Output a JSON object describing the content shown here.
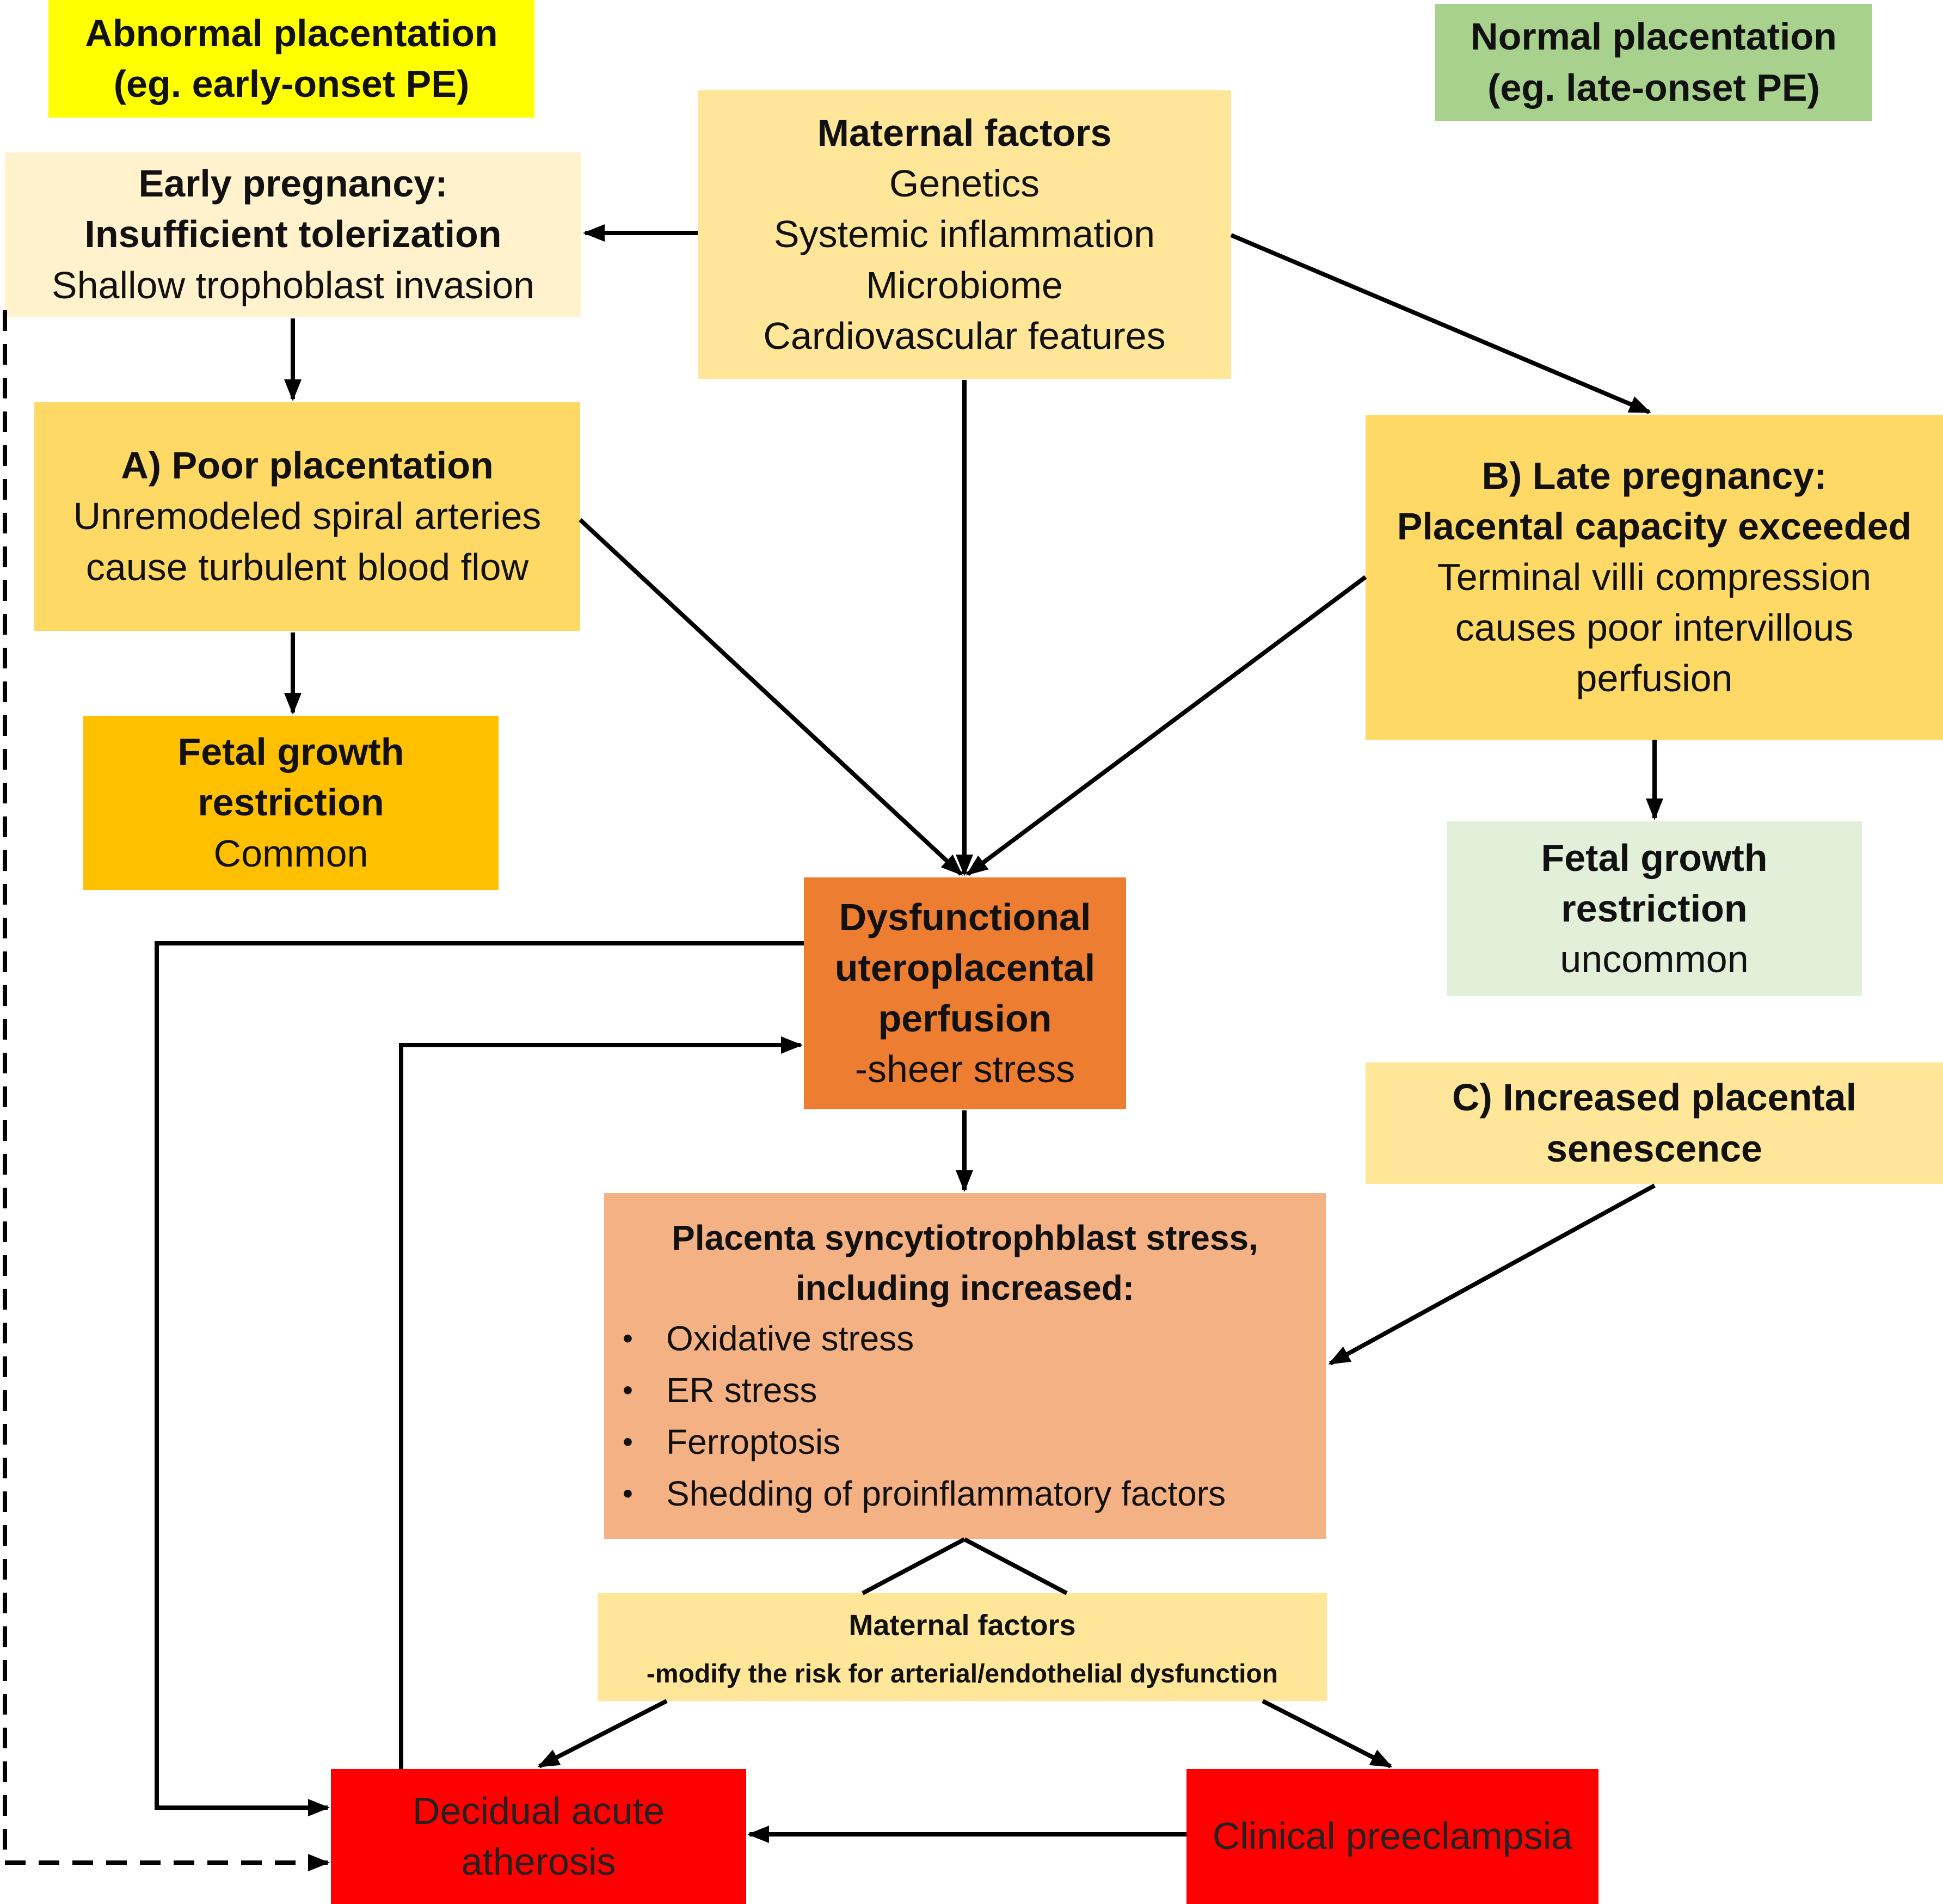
{
  "colors": {
    "yellow": "#ffff00",
    "green": "#a9d18e",
    "pale_yellow": "#fff2cc",
    "light_gold": "#ffe699",
    "gold": "#ffd966",
    "amber": "#ffc000",
    "orange": "#ed7d31",
    "salmon": "#f4b183",
    "pale_green": "#e2f0d9",
    "red": "#ff0000"
  },
  "abnormal_label": {
    "line1": "Abnormal placentation",
    "line2": "(eg. early-onset PE)"
  },
  "normal_label": {
    "line1": "Normal placentation",
    "line2": "(eg. late-onset PE)"
  },
  "early_pregnancy": {
    "title1": "Early pregnancy:",
    "title2": "Insufficient tolerization",
    "body": "Shallow trophoblast invasion"
  },
  "maternal_factors": {
    "title": "Maternal factors",
    "items": [
      "Genetics",
      "Systemic inflammation",
      "Microbiome",
      "Cardiovascular features"
    ]
  },
  "poor_placentation": {
    "title": "A) Poor placentation",
    "line1": "Unremodeled spiral arteries",
    "line2": "cause turbulent blood flow"
  },
  "late_pregnancy": {
    "title1": "B) Late pregnancy:",
    "title2": "Placental capacity exceeded",
    "line1": "Terminal villi compression",
    "line2": "causes poor intervillous",
    "line3": "perfusion"
  },
  "fgr_common": {
    "title1": "Fetal growth",
    "title2": "restriction",
    "note": "Common"
  },
  "fgr_uncommon": {
    "title1": "Fetal growth",
    "title2": "restriction",
    "note": "uncommon"
  },
  "dysfunctional": {
    "title1": "Dysfunctional",
    "title2": "uteroplacental",
    "title3": "perfusion",
    "note": "-sheer stress"
  },
  "senescence": {
    "title1": "C) Increased placental",
    "title2": "senescence"
  },
  "stb_stress": {
    "title1": "Placenta syncytiotrophblast stress,",
    "title2": "including increased:",
    "items": [
      "Oxidative stress",
      "ER stress",
      "Ferroptosis",
      "Shedding of proinflammatory factors"
    ]
  },
  "maternal_factors_2": {
    "title": "Maternal factors",
    "note": "-modify the risk for arterial/endothelial dysfunction"
  },
  "decidual": {
    "line1": "Decidual acute",
    "line2": "atherosis"
  },
  "clinical": {
    "text": "Clinical preeclampsia"
  }
}
